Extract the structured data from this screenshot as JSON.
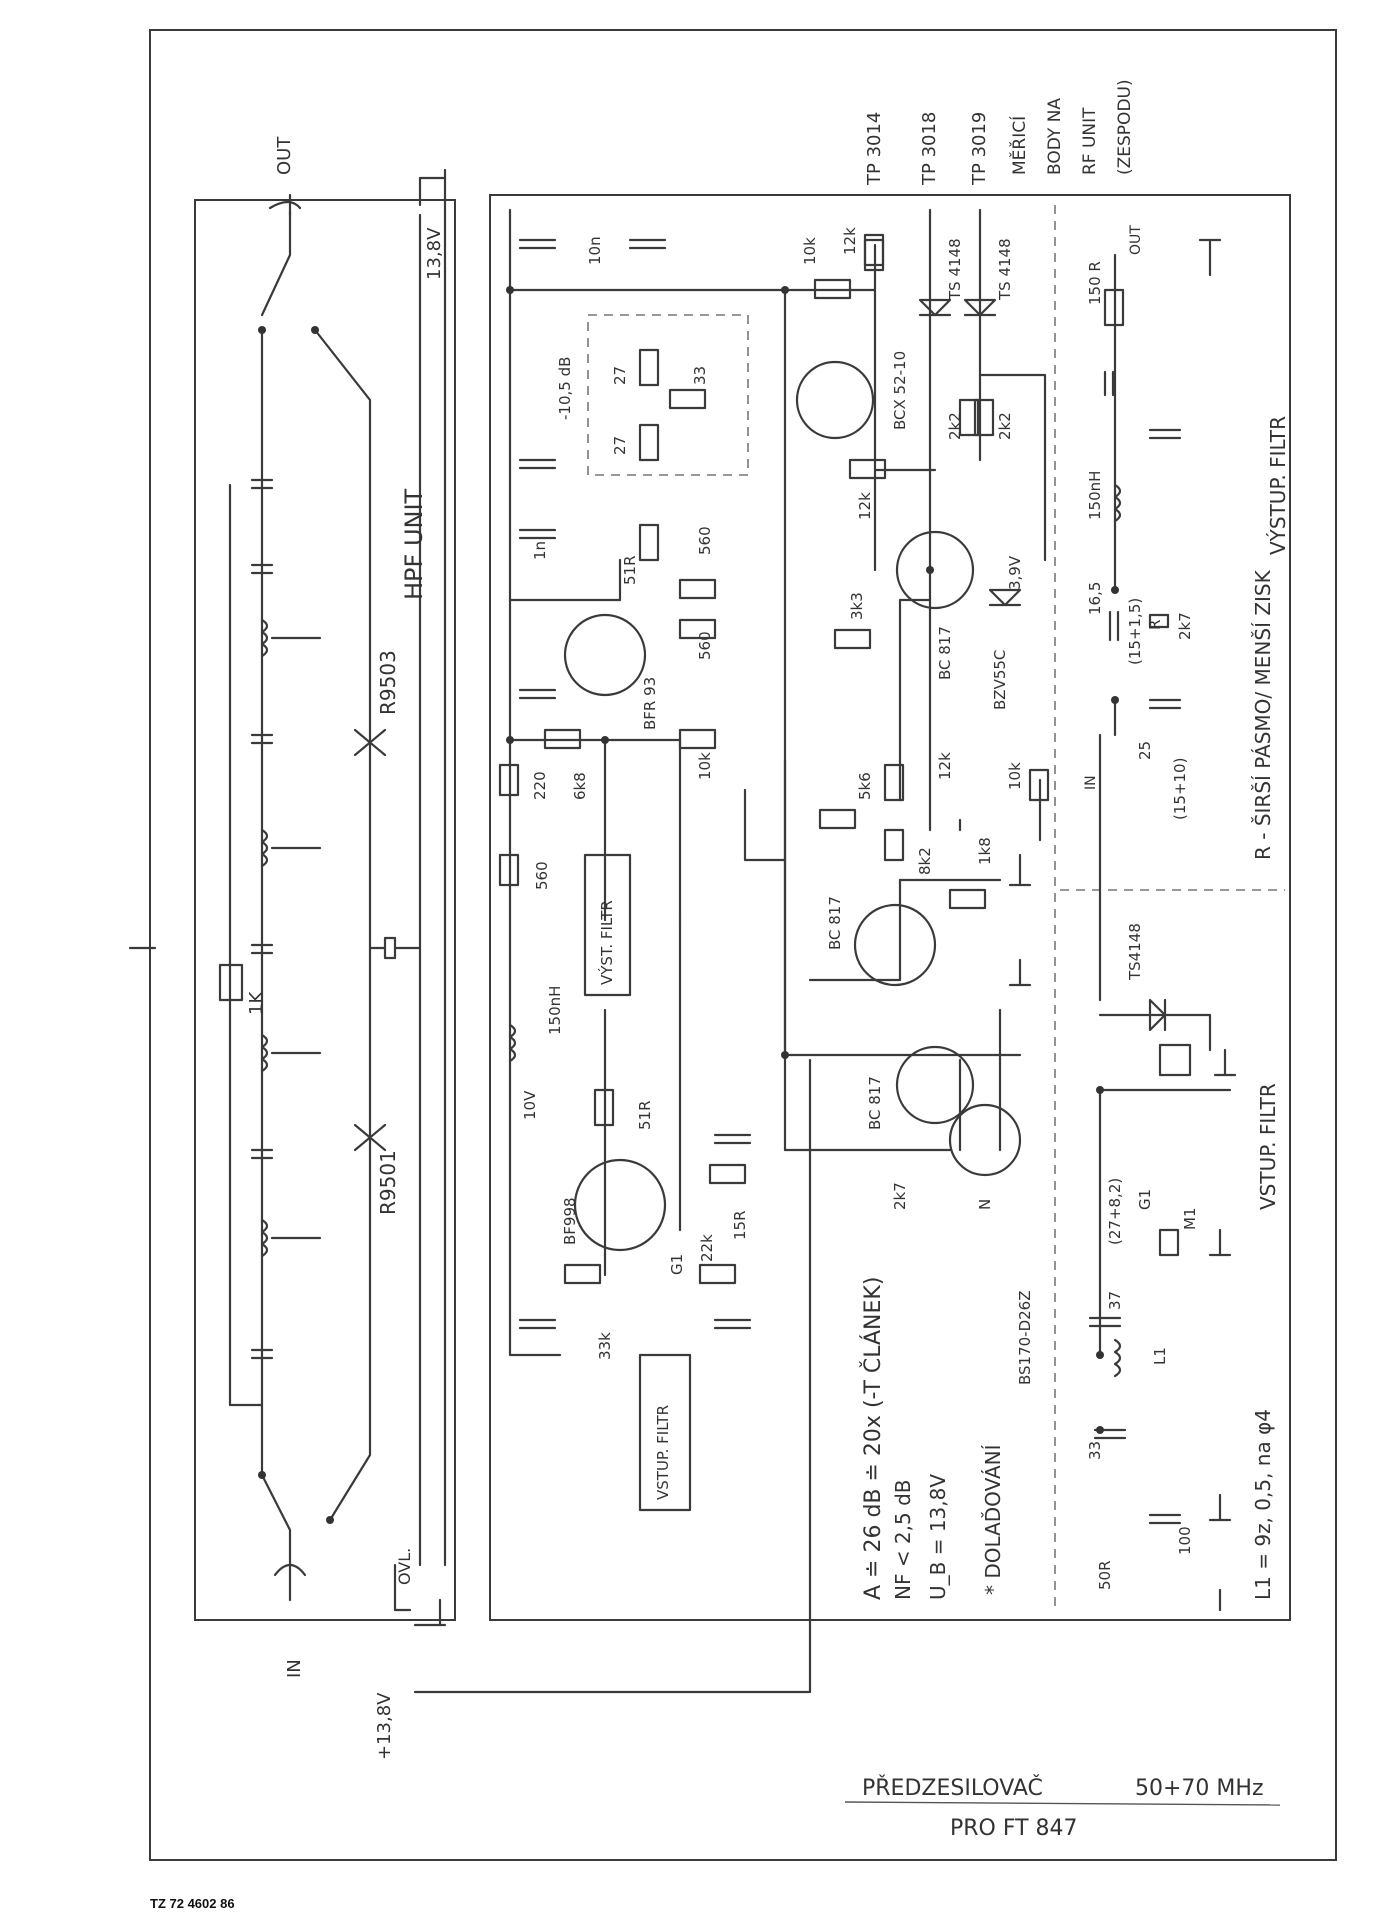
{
  "footer_code": "TZ 72 4602 86",
  "title": {
    "line1_a": "PŘEDZESILOVAČ",
    "line1_b": "50+70 MHz",
    "line2": "PRO FT 847"
  },
  "hpf_unit": {
    "label": "HPF UNIT",
    "relay1": "R9501",
    "relay2": "R9503",
    "resistor": "1K",
    "out": "OUT",
    "in": "IN",
    "supply": "13,8V",
    "supply_in": "+13,8V",
    "ovl": "OVL."
  },
  "notes": {
    "gain": "A ≐ 26 dB ≐ 20x (-T ČLÁNEK)",
    "nf": "NF < 2,5 dB",
    "ub": "U_B = 13,8V",
    "tuning": "* DOLAĎOVÁNÍ"
  },
  "components": {
    "bf998": "BF998",
    "bfr93": "BFR 93",
    "bcx52": "BCX 52-10",
    "bc817_a": "BC 817",
    "bc817_b": "BC 817",
    "bc817_c": "BC 817",
    "bs170": "BS170-D26Z",
    "bzv55": "BZV55C",
    "zener_v": "3,9V",
    "ts4148_a": "TS 4148",
    "ts4148_b": "TS 4148",
    "ts4148_c": "TS4148",
    "r_33k": "33k",
    "r_22k": "22k",
    "r_15r": "15R",
    "r_51r_a": "51R",
    "r_51r_b": "51R",
    "r_560_a": "560",
    "r_560_b": "560",
    "r_560_c": "560",
    "r_220": "220",
    "r_6k8": "6k8",
    "r_10k_a": "10k",
    "r_10k_b": "10k",
    "r_10k_c": "10k",
    "r_12k_a": "12k",
    "r_12k_b": "12k",
    "r_12k_c": "12k",
    "r_3k3": "3k3",
    "r_5k6": "5k6",
    "r_8k2": "8k2",
    "r_1k8": "1k8",
    "r_2k2_a": "2k2",
    "r_2k2_b": "2k2",
    "r_2k7": "2k7",
    "r_27_a": "27",
    "r_27_b": "27",
    "r_33": "33",
    "r_150r": "150 R",
    "r_100": "100",
    "r_50r": "50R",
    "c_10n": "10n",
    "c_1n": "1n",
    "c_16_5": "16,5",
    "c_25": "25",
    "c_33": "33",
    "c_37": "37",
    "l_150nh_a": "150nH",
    "l_150nh_b": "150nH",
    "l_l1": "L1",
    "relay_m1": "M1",
    "att": "-10,5 dB",
    "v10": "10V",
    "g1_a": "G1",
    "g1_b": "G1",
    "filter_in": "VSTUP. FILTR",
    "filter_out": "VÝST. FILTR",
    "n": "N",
    "c_note_a": "(15+1,5)",
    "c_note_b": "(15+10)",
    "c_note_c": "(27+8,2)",
    "r_label": "R",
    "r_2k7_b": "2k7"
  },
  "test_points": {
    "tp1": "TP 3014",
    "tp2": "TP 3018",
    "tp3": "TP 3019",
    "note": [
      "MĚŘICÍ",
      "BODY NA",
      "RF UNIT",
      "(ZESPODU)"
    ]
  },
  "sections": {
    "output_filter": "VÝSTUP. FILTR",
    "input_filter": "VSTUP. FILTR",
    "note_r": "R - ŠIRŠÍ PÁSMO/ MENŠÍ ZISK",
    "out": "OUT",
    "in": "IN",
    "coil": "L1 = 9z, 0,5, na φ4"
  }
}
